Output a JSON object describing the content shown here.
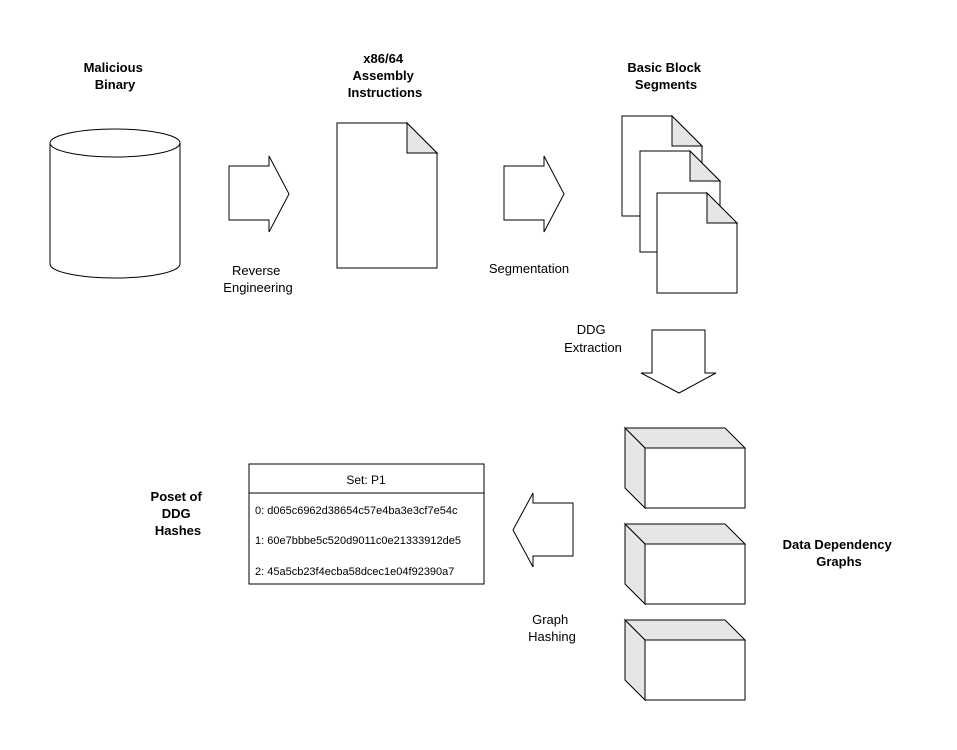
{
  "labels": {
    "malicious_binary": [
      "Malicious",
      "Binary"
    ],
    "assembly": [
      "x86/64",
      "Assembly",
      "Instructions"
    ],
    "basic_blocks": [
      "Basic Block",
      "Segments"
    ],
    "ddg": [
      "Data Dependency",
      "Graphs"
    ],
    "poset": [
      "Poset of",
      "DDG",
      "Hashes"
    ]
  },
  "edges": {
    "reverse_engineering": [
      "Reverse",
      "Engineering"
    ],
    "segmentation": [
      "Segmentation"
    ],
    "ddg_extraction": [
      "DDG",
      "Extraction"
    ],
    "graph_hashing": [
      "Graph",
      "Hashing"
    ]
  },
  "hash_set": {
    "title": "Set:  P1",
    "entries": [
      "0: d065c6962d38654c57e4ba3e3cf7e54c",
      "1: 60e7bbbe5c520d9011c0e21333912de5",
      "2: 45a5cb23f4ecba58dcec1e04f92390a7"
    ]
  },
  "colors": {
    "stroke": "#000000",
    "fill": "#ffffff",
    "shade": "#e6e6e6"
  }
}
